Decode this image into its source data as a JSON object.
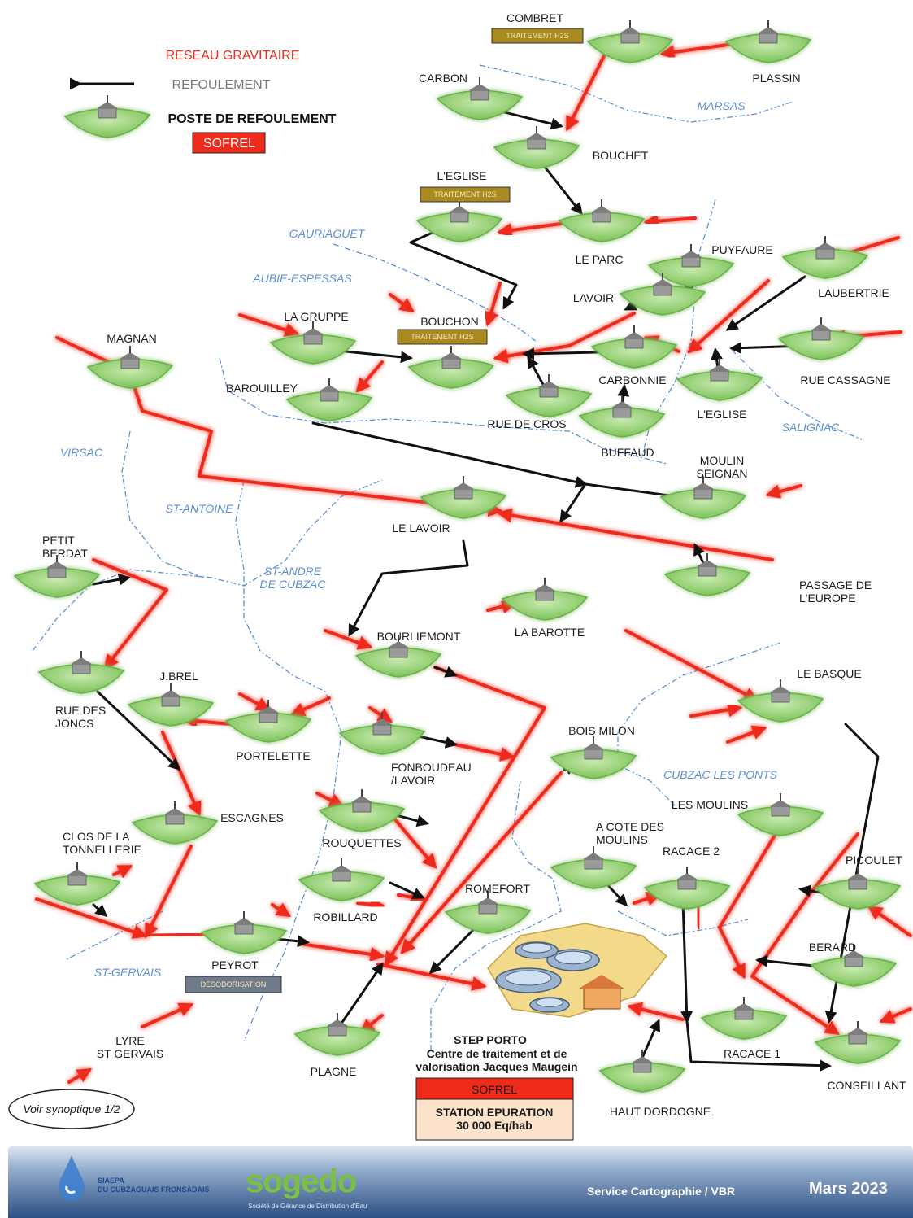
{
  "legend": {
    "gravity": "RESEAU GRAVITAIRE",
    "pumping": "REFOULEMENT",
    "station": "POSTE DE REFOULEMENT",
    "sofrel": "SOFREL"
  },
  "colors": {
    "gravity": "#ee2a1b",
    "pumping": "#111111",
    "node_fill": "#8fd16a",
    "zone_line": "#5b8fd6"
  },
  "zones": [
    "MARSAS",
    "GAURIAGUET",
    "AUBIE-ESPESSAS",
    "SALIGNAC",
    "VIRSAC",
    "ST-ANTOINE",
    "ST-ANDRE\nDE CUBZAC",
    "CUBZAC LES PONTS",
    "ST-GERVAIS"
  ],
  "stations": [
    "COMBRET",
    "PLASSIN",
    "CARBON",
    "BOUCHET",
    "L'EGLISE",
    "LE PARC",
    "PUYFAURE",
    "LAUBERTRIE",
    "LAVOIR",
    "LA GRUPPE",
    "BOUCHON",
    "MAGNAN",
    "CARBONNIE",
    "RUE CASSAGNE",
    "L'EGLISE",
    "BAROUILLEY",
    "RUE DE CROS",
    "BUFFAUD",
    "MOULIN\nSEIGNAN",
    "LE LAVOIR",
    "PETIT\nBERDAT",
    "PASSAGE DE\nL'EUROPE",
    "LA BAROTTE",
    "BOURLIEMONT",
    "LE BASQUE",
    "J.BREL",
    "RUE DES\nJONCS",
    "PORTELETTE",
    "BOIS MILON",
    "FONBOUDEAU\n/LAVOIR",
    "ESCAGNES",
    "LES MOULINS",
    "A COTE DES\nMOULINS",
    "ROUQUETTES",
    "CLOS DE LA\nTONNELLERIE",
    "RACACE 2",
    "PICOULET",
    "ROBILLARD",
    "ROMEFORT",
    "BERARD",
    "PEYROT",
    "LYRE\nST GERVAIS",
    "PLAGNE",
    "RACACE 1",
    "CONSEILLANT",
    "HAUT DORDOGNE"
  ],
  "tags": [
    "TRAITEMENT H2S",
    "TRAITEMENT H2S",
    "TRAITEMENT H2S",
    "DESODORISATION"
  ],
  "step": {
    "title": "STEP PORTO",
    "subtitle": "Centre de traitement et de\nvalorisation Jacques Maugein",
    "sofrel": "SOFREL",
    "box": "STATION EPURATION\n30 000 Eq/hab"
  },
  "voir": "Voir synoptique 1/2",
  "footer": {
    "org": "SIAEPA\nDU CUBZAGUAIS FRONSADAIS",
    "brand": "sogedo",
    "brand_sub": "Société de Gérance de Distribution d'Eau",
    "service": "Service Cartographie  / VBR",
    "date": "Mars 2023"
  }
}
